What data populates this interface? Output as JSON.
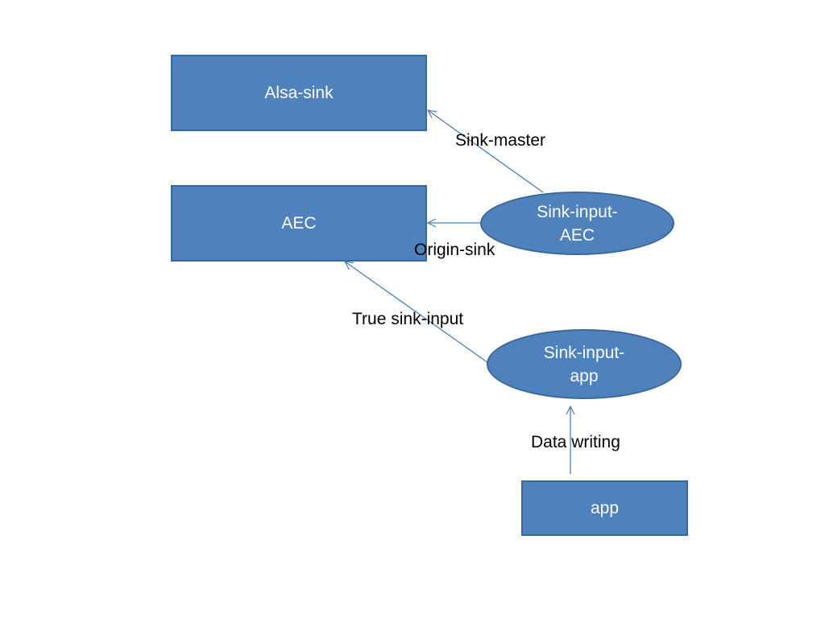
{
  "colors": {
    "node_fill": "#4f81bd",
    "node_border": "#3a6899",
    "edge": "#4a7ebb",
    "label_text": "#000000",
    "node_text": "#ffffff",
    "background": "#ffffff"
  },
  "nodes": {
    "alsa_sink": {
      "shape": "rectangle",
      "label": "Alsa-sink"
    },
    "aec": {
      "shape": "rectangle",
      "label": "AEC"
    },
    "sink_input_aec": {
      "shape": "ellipse",
      "label": "Sink-input-\nAEC"
    },
    "sink_input_app": {
      "shape": "ellipse",
      "label": "Sink-input-\napp"
    },
    "app": {
      "shape": "rectangle",
      "label": "app"
    }
  },
  "edges": [
    {
      "from": "sink_input_aec",
      "to": "alsa_sink",
      "label": "Sink-master"
    },
    {
      "from": "sink_input_aec",
      "to": "aec",
      "label": "Origin-sink"
    },
    {
      "from": "sink_input_app",
      "to": "aec",
      "label": "True sink-input"
    },
    {
      "from": "app",
      "to": "sink_input_app",
      "label": "Data writing"
    }
  ]
}
